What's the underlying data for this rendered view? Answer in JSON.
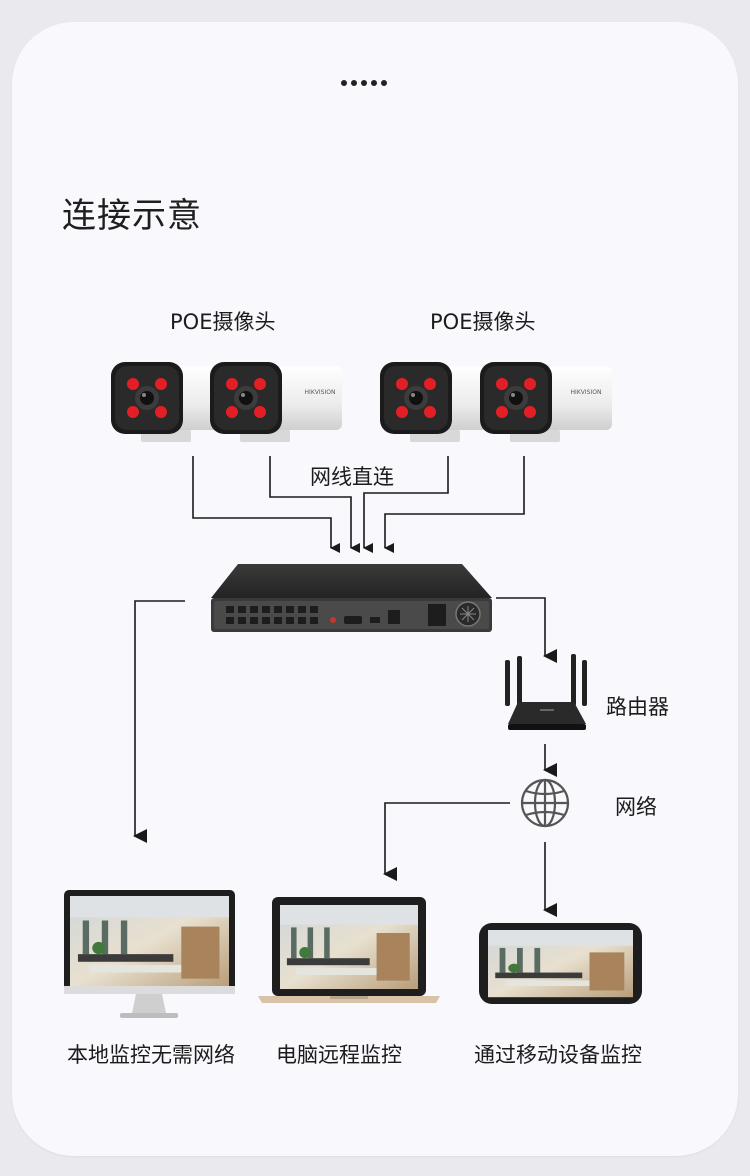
{
  "page": {
    "title": "连接示意",
    "camera_group_left": "POE摄像头",
    "camera_group_right": "POE摄像头",
    "direct_cable": "网线直连",
    "router": "路由器",
    "network": "网络",
    "monitor_caption": "本地监控无需网络",
    "laptop_caption": "电脑远程监控",
    "phone_caption": "通过移动设备监控",
    "camera_brand": "HIKVISION"
  },
  "colors": {
    "card": "#f8f8fd",
    "line": "#1a1a1a",
    "camera_body": "#f2f2f2",
    "camera_face": "#1b1b1b",
    "ir_led": "#e31f26",
    "nvr": "#2b2b2b",
    "router": "#222222"
  },
  "icons": {
    "cameras": "bullet-camera-icon",
    "nvr": "nvr-recorder-icon",
    "router": "wifi-router-icon",
    "network": "globe-icon",
    "monitor": "desktop-monitor-icon",
    "laptop": "laptop-icon",
    "phone": "smartphone-icon"
  }
}
